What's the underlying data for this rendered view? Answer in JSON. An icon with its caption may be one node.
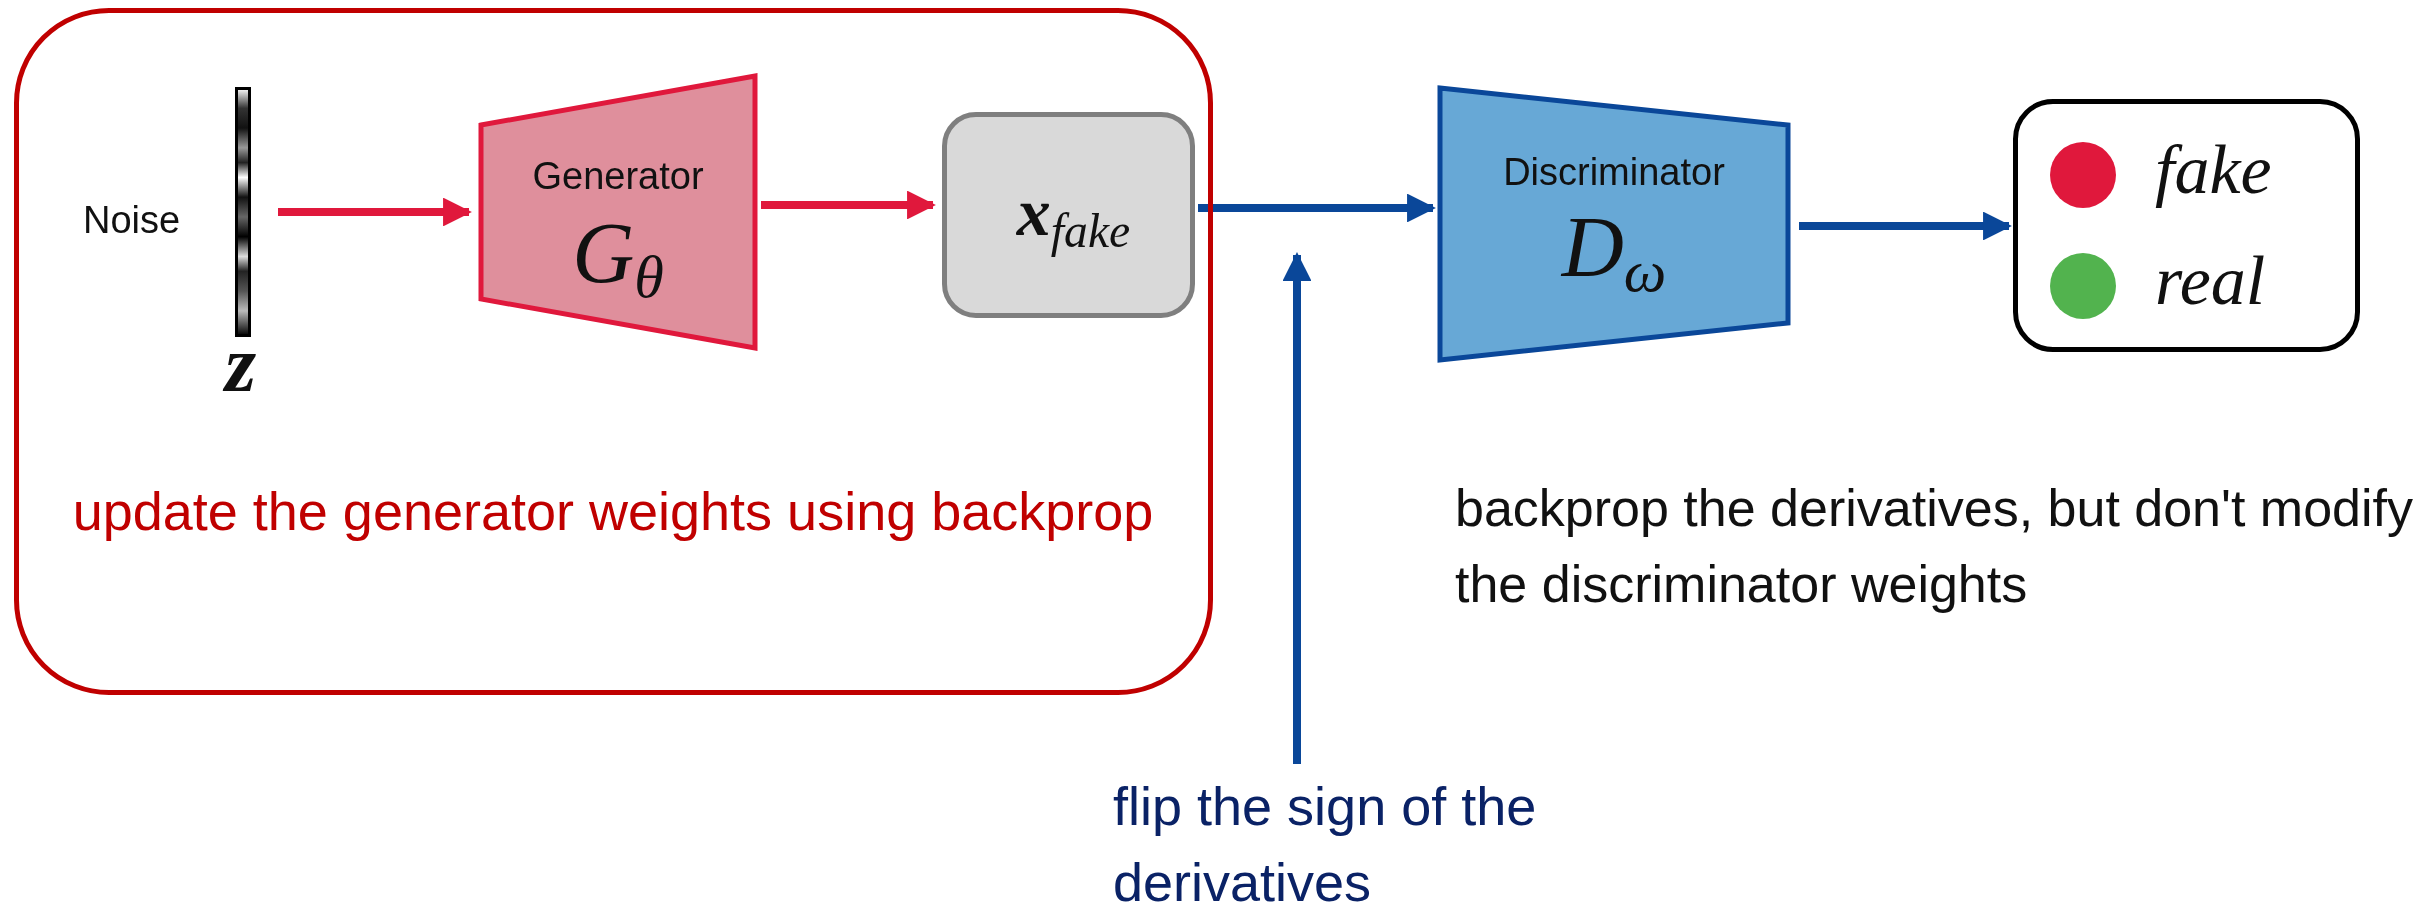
{
  "diagram": {
    "nodes": [
      {
        "text": [
          "update the generator weights using backprop"
        ]
      },
      {
        "text": [
          "Noise",
          "z"
        ],
        "in": 0
      },
      {
        "text": [
          "Generator",
          "G$_{θ}$"
        ],
        "in": 0
      },
      {
        "text": [
          "**x**$_{fake}$"
        ],
        "in": 0
      },
      {
        "text": [
          "Discriminator",
          "D$_{ω}$"
        ]
      },
      {
        "text": [],
        "shape": "box"
      },
      {
        "text": [
          "fake"
        ],
        "in": 5
      },
      {
        "text": [
          "real"
        ],
        "in": 5
      },
      {
        "text": [
          "flip the sign of the derivatives"
        ]
      }
    ],
    "edges": [
      {
        "from": 1,
        "to": 2,
        "arrow": "to",
        "color": "#e0183c"
      },
      {
        "from": 2,
        "to": 3,
        "arrow": "to",
        "color": "#e0183c"
      },
      {
        "from": 3,
        "to": 4,
        "arrow": "to"
      },
      {
        "from": 4,
        "to": 5,
        "arrow": "to"
      },
      {
        "from": 8,
        "to": null,
        "arrow": "to"
      }
    ],
    "labels": [
      "backprop the derivatives, but don't modify the discriminator weights"
    ]
  }
}
